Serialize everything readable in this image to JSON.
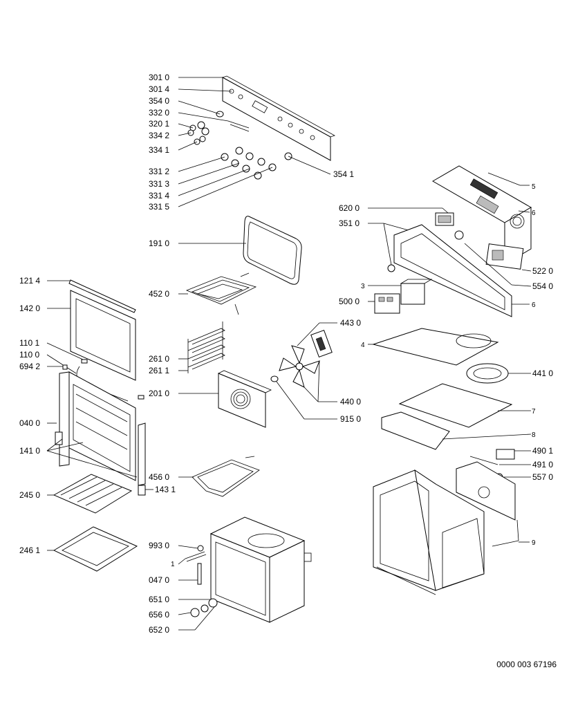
{
  "labels": {
    "l_3010": "301 0",
    "l_3014": "301 4",
    "l_3540": "354 0",
    "l_3320": "332 0",
    "l_3201": "320 1",
    "l_3342": "334 2",
    "l_3341": "334 1",
    "l_3312": "331 2",
    "l_3313": "331 3",
    "l_3314": "331 4",
    "l_3315": "331 5",
    "l_3541": "354 1",
    "l_1910": "191 0",
    "l_4520": "452 0",
    "l_2610": "261 0",
    "l_2611": "261 1",
    "l_2010": "201 0",
    "l_4430": "443 0",
    "l_4400": "440 0",
    "l_9150": "915 0",
    "l_4560": "456 0",
    "l_1431": "143 1",
    "l_1214": "121 4",
    "l_1420": "142 0",
    "l_1101": "110 1",
    "l_1100": "110 0",
    "l_6942": "694 2",
    "l_0400": "040 0",
    "l_1410": "141 0",
    "l_2450": "245 0",
    "l_2461": "246 1",
    "l_9930": "993 0",
    "l_1": "1",
    "l_0470": "047 0",
    "l_6510": "651 0",
    "l_6560": "656 0",
    "l_6520": "652 0",
    "l_5": "5",
    "l_6a": "6",
    "l_6200": "620 0",
    "l_3510": "351 0",
    "l_5220": "522 0",
    "l_5540": "554 0",
    "l_3": "3",
    "l_5000": "500 0",
    "l_6b": "6",
    "l_4": "4",
    "l_4410": "441 0",
    "l_7": "7",
    "l_8": "8",
    "l_4901": "490 1",
    "l_4910": "491 0",
    "l_5570": "557 0",
    "l_9": "9"
  },
  "reference_number": "0000 003 67196"
}
